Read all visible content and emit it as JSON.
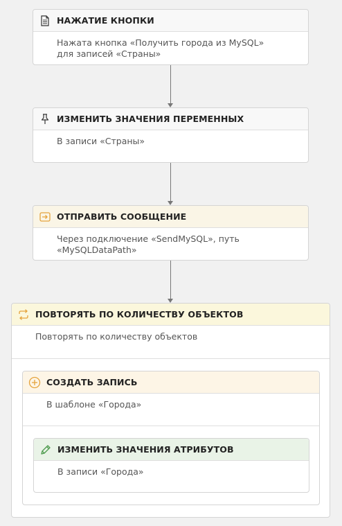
{
  "nodes": {
    "button_press": {
      "title": "НАЖАТИЕ КНОПКИ",
      "line1": "Нажата кнопка «Получить города из MySQL»",
      "line2": "для записей «Страны»",
      "icon": "document-icon"
    },
    "change_variables": {
      "title": "ИЗМЕНИТЬ ЗНАЧЕНИЯ ПЕРЕМЕННЫХ",
      "line1": "В записи «Страны»",
      "icon": "pin-icon"
    },
    "send_message": {
      "title": "ОТПРАВИТЬ СООБЩЕНИЕ",
      "line1": "Через подключение «SendMySQL», путь",
      "line2": "«MySQLDataPath»",
      "icon": "send-icon"
    },
    "repeat_loop": {
      "title": "ПОВТОРЯТЬ ПО КОЛИЧЕСТВУ ОБЪЕКТОВ",
      "line1": "Повторять по количеству объектов",
      "icon": "repeat-icon"
    },
    "create_record": {
      "title": "СОЗДАТЬ ЗАПИСЬ",
      "line1": "В шаблоне «Города»",
      "icon": "plus-circle-icon"
    },
    "change_attributes": {
      "title": "ИЗМЕНИТЬ ЗНАЧЕНИЯ АТРИБУТОВ",
      "line1": "В записи «Города»",
      "icon": "pencil-icon"
    }
  },
  "colors": {
    "repeat_header": "#fbf7dc",
    "send_header": "#faf5e6",
    "create_header": "#fdf5e6",
    "attributes_header": "#e9f3e7",
    "icon_orange": "#e5a33c",
    "icon_green": "#4c9a4c"
  }
}
